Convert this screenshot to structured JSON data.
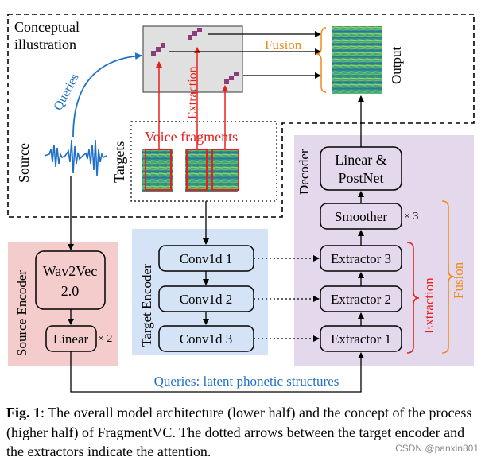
{
  "conceptual": {
    "title_line1": "Conceptual",
    "title_line2": "illustration",
    "queries": "Queries",
    "extraction": "Extraction",
    "fusion": "Fusion",
    "output": "Output",
    "source": "Source",
    "targets": "Targets",
    "voice_fragments": "Voice fragments"
  },
  "source_encoder": {
    "title": "Source Encoder",
    "wav2vec_line1": "Wav2Vec",
    "wav2vec_line2": "2.0",
    "linear": "Linear",
    "linear_repeat": "× 2"
  },
  "target_encoder": {
    "title": "Target Encoder",
    "conv1": "Conv1d 1",
    "conv2": "Conv1d 2",
    "conv3": "Conv1d 3"
  },
  "decoder": {
    "title": "Decoder",
    "linear_line1": "Linear &",
    "linear_line2": "PostNet",
    "smoother": "Smoother",
    "smoother_repeat": "× 3",
    "extractor3": "Extractor 3",
    "extractor2": "Extractor 2",
    "extractor1": "Extractor 1",
    "extraction": "Extraction",
    "fusion": "Fusion"
  },
  "queries_bottom": "Queries: latent phonetic structures",
  "caption": {
    "fig": "Fig. 1",
    "text": ": The overall model architecture (lower half) and the concept of the process (higher half) of FragmentVC. The dotted arrows between the target encoder and the extractors indicate the attention."
  },
  "watermark": "CSDN @panxin801",
  "colors": {
    "source_bg": "#f5cccc",
    "target_bg": "#d4e3f5",
    "decoder_bg": "#e4d8ec",
    "blue": "#2170c8",
    "red": "#e8201c",
    "orange": "#f08a1c"
  }
}
